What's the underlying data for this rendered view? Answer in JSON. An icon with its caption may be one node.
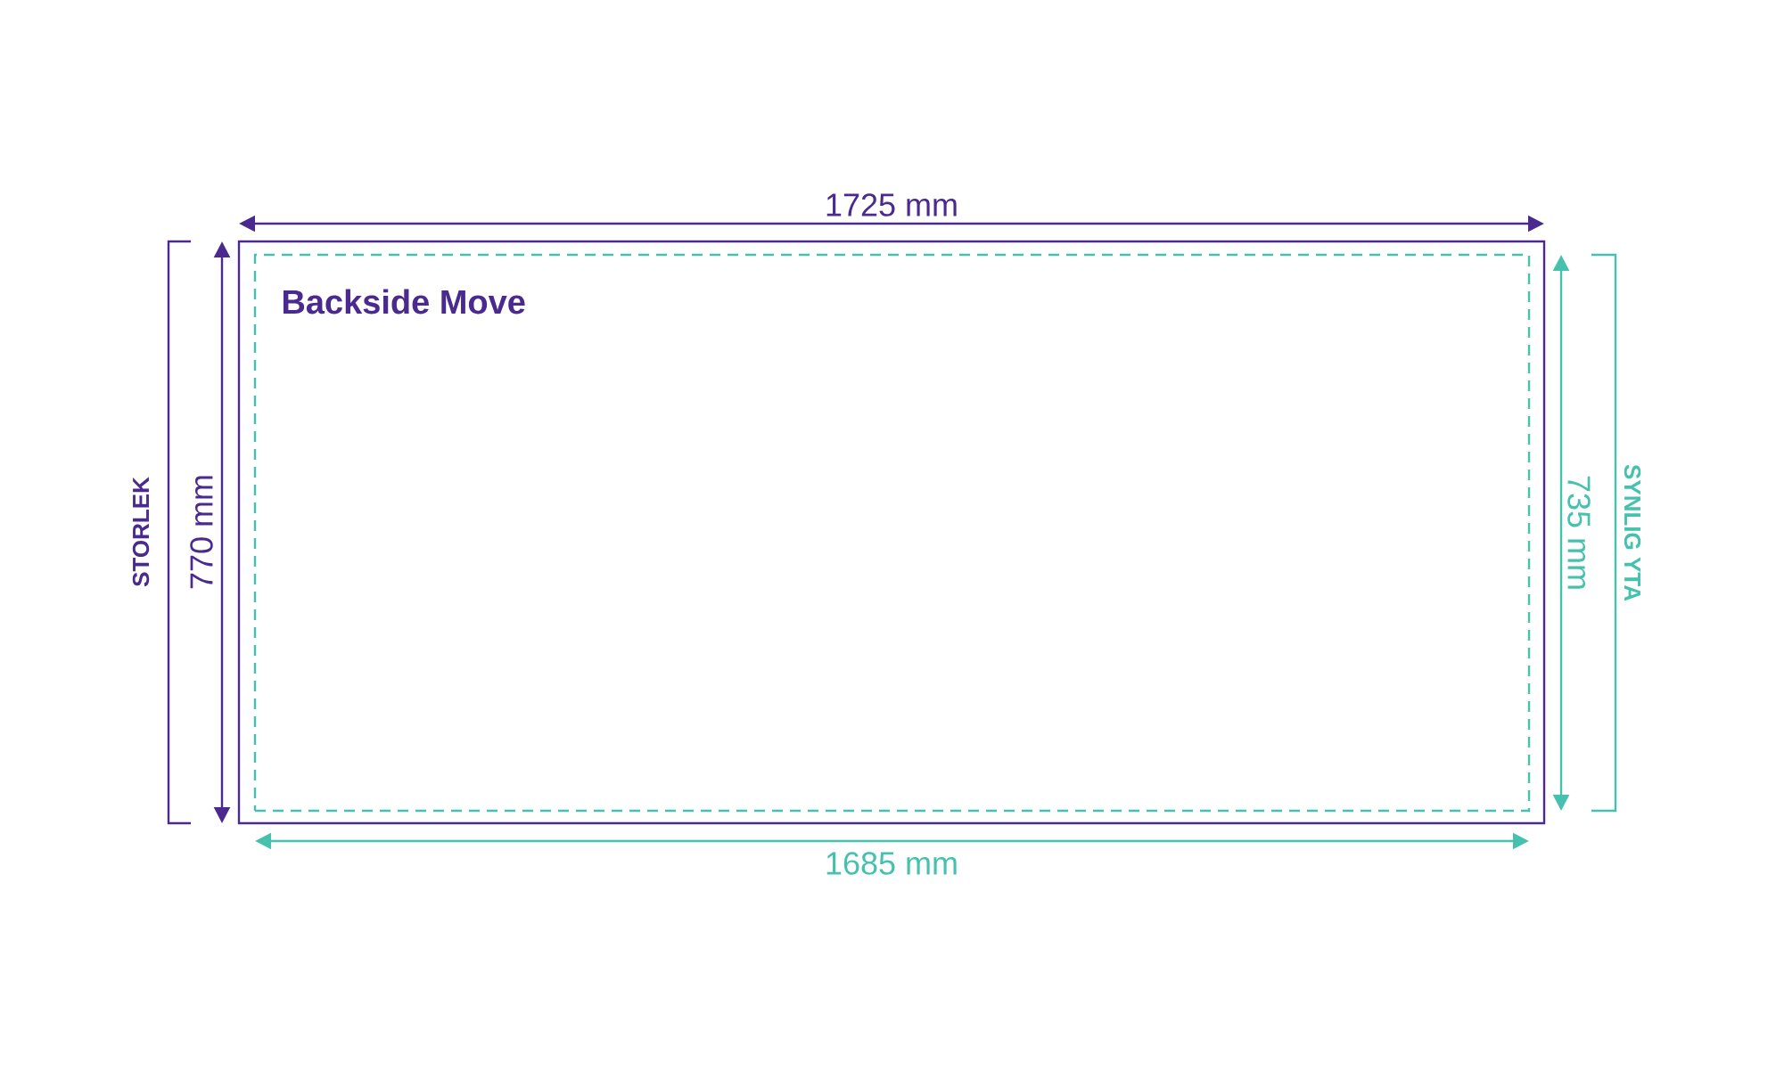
{
  "diagram": {
    "nodes": [
      {
        "text": [],
        "shape": "box"
      },
      {
        "text": [
          "Backside Move"
        ],
        "in": 0
      }
    ],
    "labels": [
      "1725 mm",
      "STORLEK",
      "770 mm",
      "735 mm",
      "SYNLIG YTA",
      "1685 mm"
    ]
  }
}
